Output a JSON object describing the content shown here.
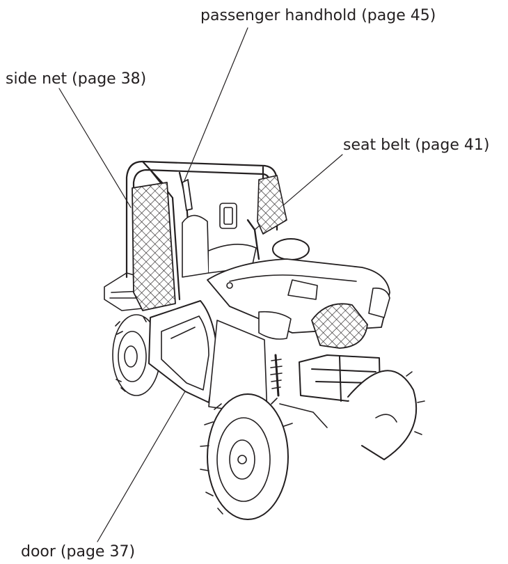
{
  "callouts": {
    "passenger_handhold": "passenger handhold (page 45)",
    "side_net": "side net (page 38)",
    "seat_belt": "seat belt (page 41)",
    "door": "door (page 37)"
  },
  "colors": {
    "ink": "#231f20",
    "background": "#ffffff"
  }
}
